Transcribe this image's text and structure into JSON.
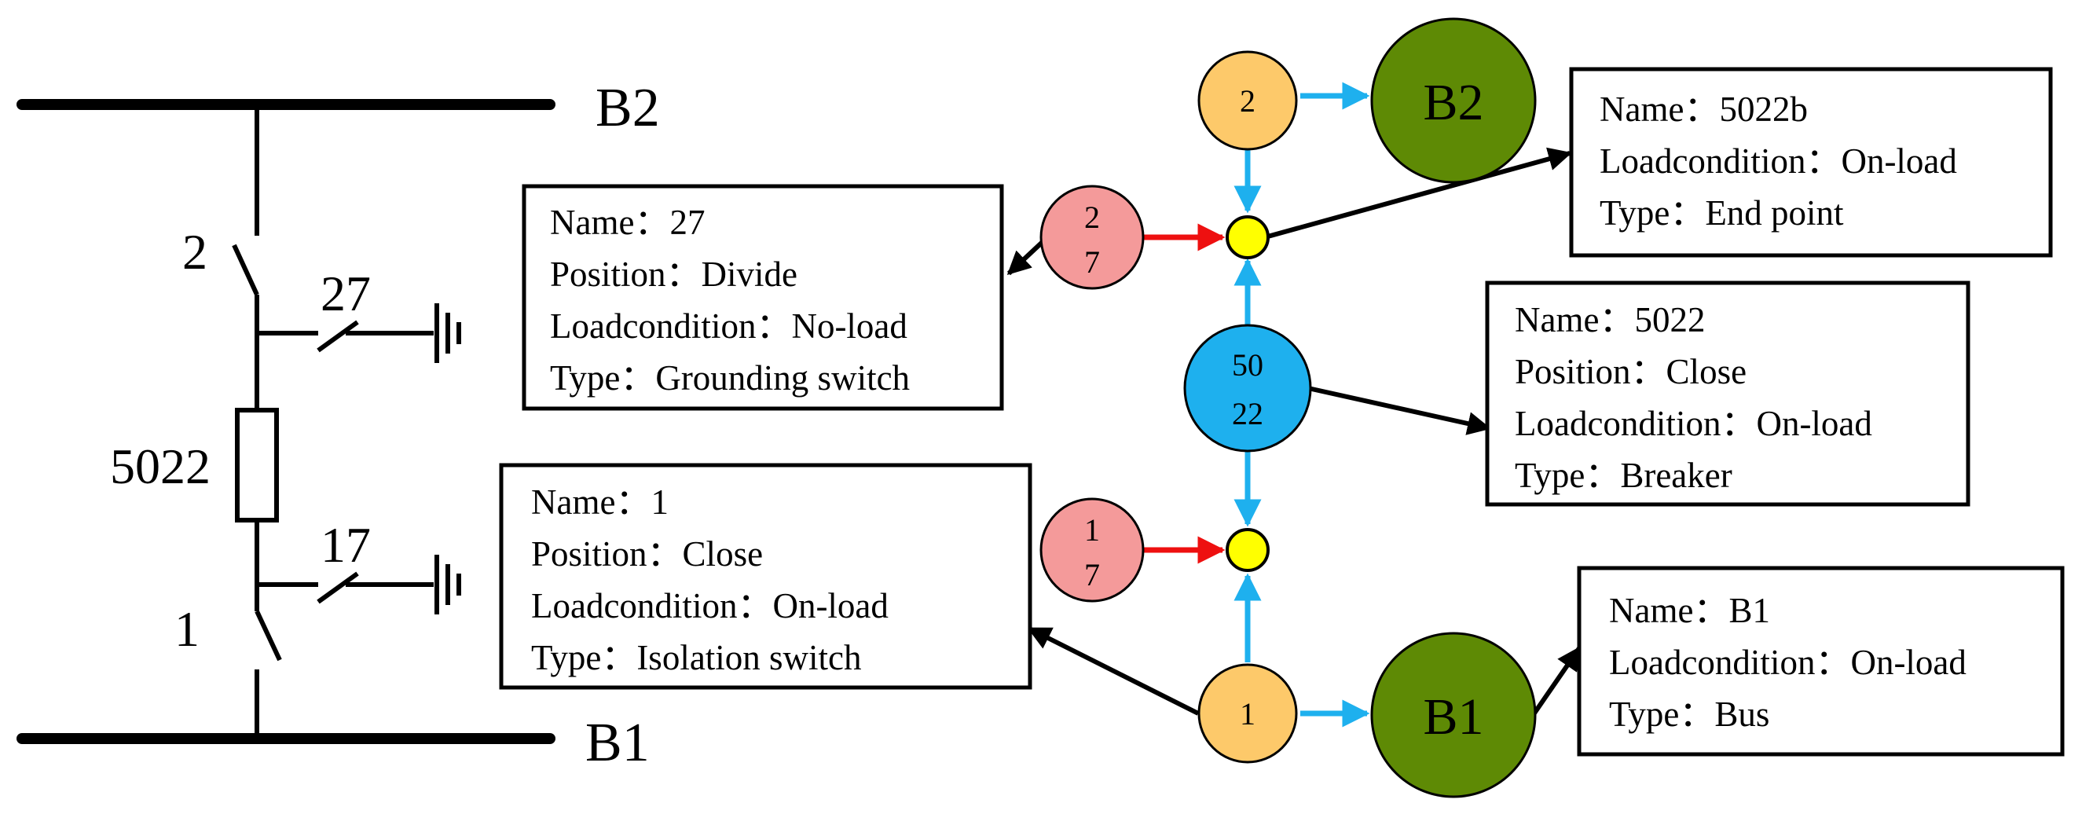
{
  "colors": {
    "orange": "#fdc96a",
    "green": "#5e8a05",
    "pink": "#f49a9a",
    "blue": "#1eb0ee",
    "yellow": "#ffff00",
    "red_arrow": "#ee1010",
    "blue_arrow": "#1eb0ee",
    "black": "#000000"
  },
  "schematic": {
    "bus_top": "B2",
    "bus_bottom": "B1",
    "switch_top": "2",
    "switch_bottom": "1",
    "ground_top": "27",
    "ground_bottom": "17",
    "breaker": "5022"
  },
  "nodes": {
    "n2": {
      "label": "2"
    },
    "b2": {
      "label": "B2"
    },
    "n27": {
      "line1": "2",
      "line2": "7"
    },
    "n5022": {
      "line1": "50",
      "line2": "22"
    },
    "n17": {
      "line1": "1",
      "line2": "7"
    },
    "n1": {
      "label": "1"
    },
    "b1": {
      "label": "B1"
    }
  },
  "boxes": {
    "box_27": [
      "Name：27",
      "Position：Divide",
      "Loadcondition：No-load",
      "Type：Grounding switch"
    ],
    "box_1": [
      "Name：1",
      "Position：Close",
      "Loadcondition：On-load",
      "Type：Isolation switch"
    ],
    "box_5022b": [
      "Name：5022b",
      "Loadcondition：On-load",
      "Type：End point"
    ],
    "box_5022": [
      "Name：5022",
      "Position：Close",
      "Loadcondition：On-load",
      "Type：Breaker"
    ],
    "box_b1": [
      "Name：B1",
      "Loadcondition：On-load",
      "Type：Bus"
    ]
  }
}
